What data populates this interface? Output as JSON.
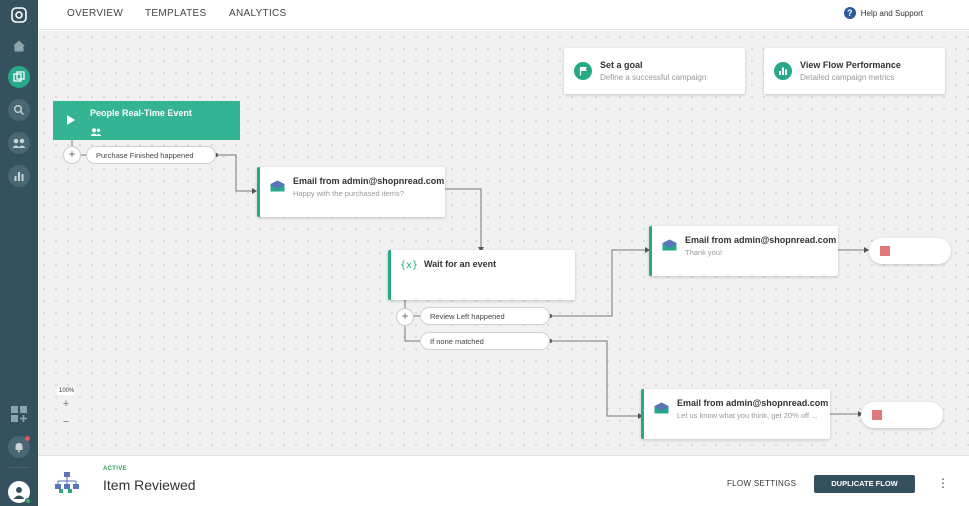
{
  "nav": {
    "tabs": [
      "OVERVIEW",
      "TEMPLATES",
      "ANALYTICS"
    ],
    "help_label": "Help and Support"
  },
  "sidebar": {
    "icons": [
      "logo-icon",
      "home-icon",
      "flows-icon",
      "search-icon",
      "people-icon",
      "analytics-icon",
      "apps-icon",
      "bell-icon",
      "user-avatar-icon"
    ]
  },
  "canvas": {
    "goal_card": {
      "title": "Set a goal",
      "subtitle": "Define a successful campaign"
    },
    "performance_card": {
      "title": "View Flow Performance",
      "subtitle": "Detailed campaign metrics"
    },
    "trigger": {
      "title": "People Real-Time Event"
    },
    "trigger_branch": "Purchase Finished happened",
    "email1": {
      "title": "Email from admin@shopnread.com",
      "subtitle": "Happy with the purchased items?"
    },
    "wait": {
      "icon": "{x}",
      "title": "Wait for an event"
    },
    "wait_branches": [
      "Review Left happened",
      "If none matched"
    ],
    "email2": {
      "title": "Email from admin@shopnread.com",
      "subtitle": "Thank you!"
    },
    "email3": {
      "title": "Email from admin@shopnread.com",
      "subtitle": "Let us know what you think, get 20% off ..."
    },
    "zoom": {
      "level": "100%",
      "plus": "+",
      "minus": "−"
    },
    "plus_symbol": "+"
  },
  "footer": {
    "status": "ACTIVE",
    "flow_name": "Item Reviewed",
    "settings_label": "FLOW SETTINGS",
    "duplicate_label": "DUPLICATE FLOW",
    "more_symbol": "⋮"
  },
  "colors": {
    "sidebar": "#35505f",
    "accent": "#26a889",
    "trigger": "#35b493",
    "exit": "#e07a7a",
    "status_active": "#33a35a"
  }
}
